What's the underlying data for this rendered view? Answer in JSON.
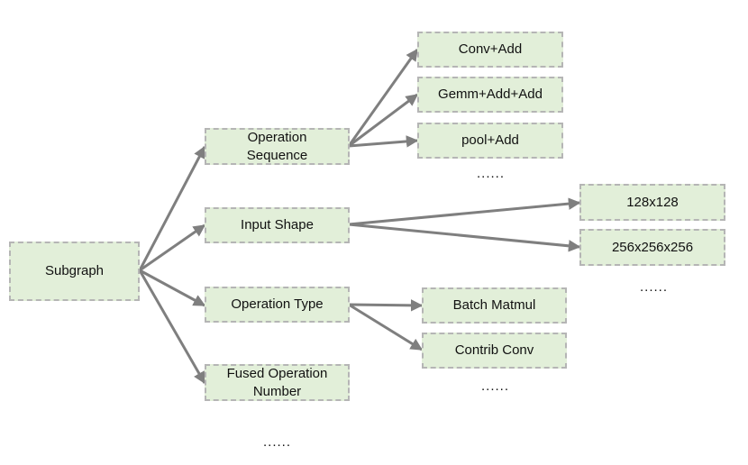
{
  "colors": {
    "node_fill": "#e2efd9",
    "node_border": "#b5b5b5",
    "edge": "#7f7f7f"
  },
  "nodes": {
    "subgraph": "Subgraph",
    "operation_sequence": "Operation Sequence",
    "input_shape": "Input Shape",
    "operation_type": "Operation Type",
    "fused_operation_number": "Fused Operation Number",
    "conv_add": "Conv+Add",
    "gemm_add_add": "Gemm+Add+Add",
    "pool_add": "pool+Add",
    "shape_128": "128x128",
    "shape_256": "256x256x256",
    "batch_matmul": "Batch Matmul",
    "contrib_conv": "Contrib Conv"
  },
  "ellipses": {
    "sequence_more": "......",
    "shape_more": "......",
    "type_more": "......",
    "category_more": "......"
  }
}
